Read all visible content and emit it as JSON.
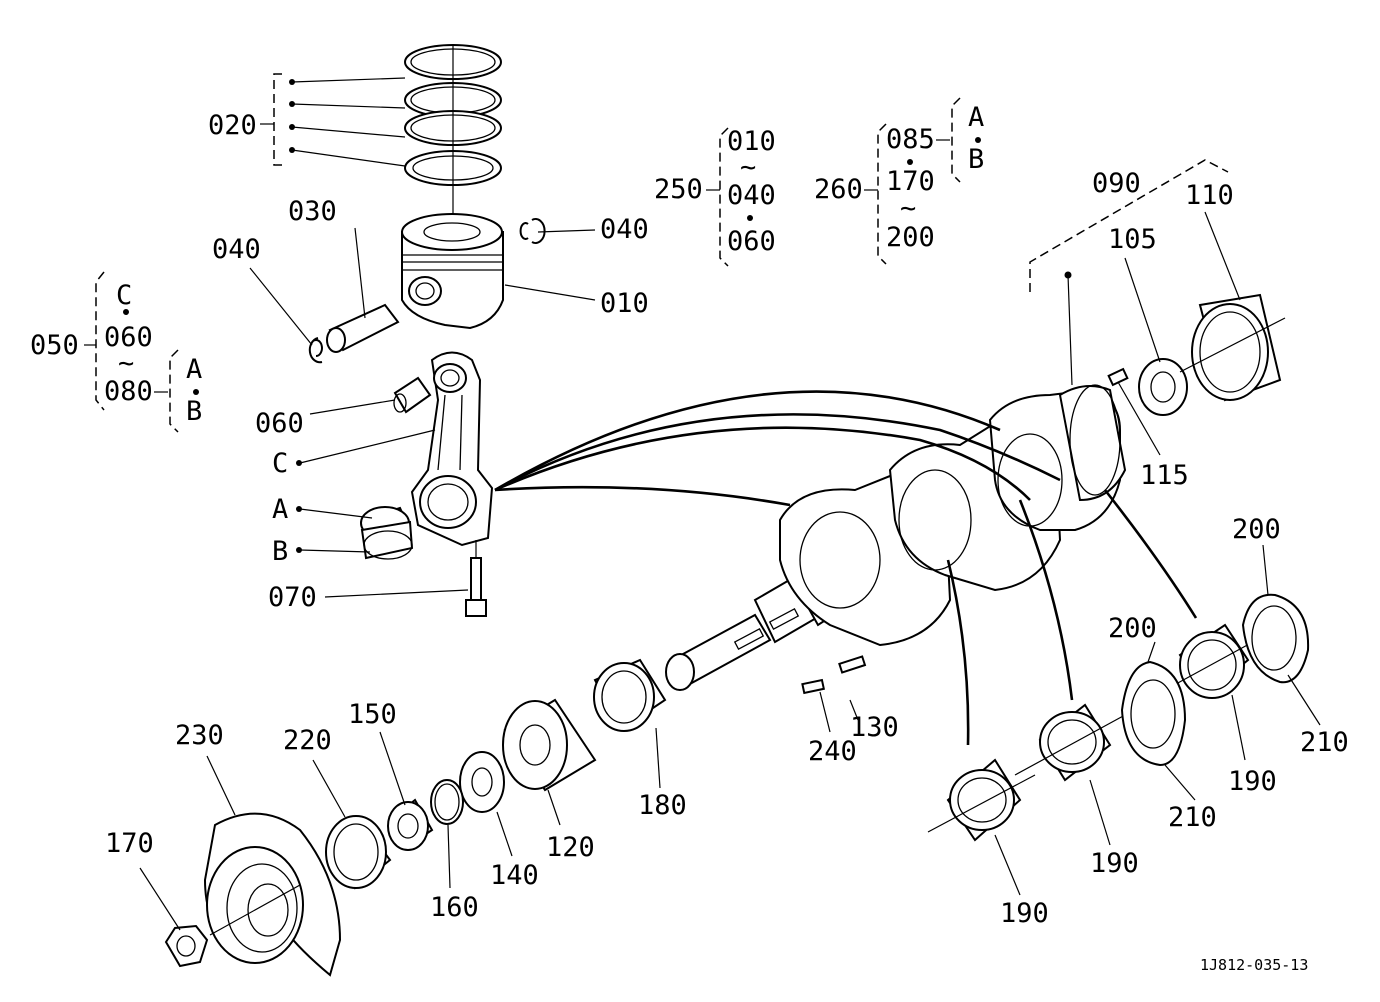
{
  "drawing_id": "1J812-035-13",
  "labels": {
    "p010": "010",
    "p020": "020",
    "p030": "030",
    "p040a": "040",
    "p040b": "040",
    "p050": "050",
    "p060": "060",
    "p070": "070",
    "p090": "090",
    "p105": "105",
    "p110": "110",
    "p115": "115",
    "p120": "120",
    "p130": "130",
    "p140": "140",
    "p150": "150",
    "p160": "160",
    "p170": "170",
    "p180": "180",
    "p190a": "190",
    "p190b": "190",
    "p190c": "190",
    "p200a": "200",
    "p200b": "200",
    "p210a": "210",
    "p210b": "210",
    "p220": "220",
    "p230": "230",
    "p240": "240",
    "pA": "A",
    "pB": "B",
    "pC": "C"
  },
  "group_050": {
    "code": "050",
    "top": "C",
    "range_start": "060",
    "tilde": "~",
    "range_end": "080",
    "opt_a": "A",
    "opt_b": "B"
  },
  "group_250": {
    "code": "250",
    "range_start": "010",
    "tilde": "~",
    "mid": "040",
    "end": "060"
  },
  "group_260": {
    "code": "260",
    "start": "085",
    "mid": "170",
    "tilde": "~",
    "end": "200",
    "opt_a": "A",
    "opt_b": "B"
  }
}
